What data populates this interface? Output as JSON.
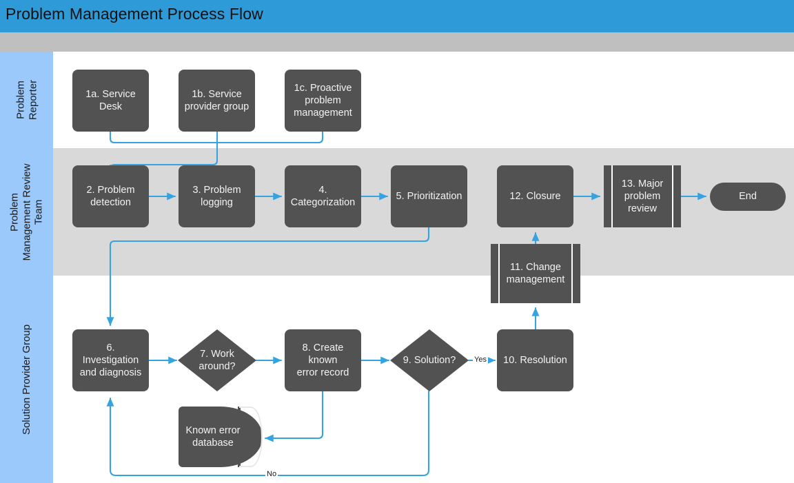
{
  "header": {
    "title": "Problem Management Process Flow",
    "bar_color": "#2f9ad8",
    "subbar_color": "#bfbfbf"
  },
  "theme": {
    "node_fill": "#525252",
    "node_text": "#f2f2f2",
    "connector": "#34a3e0",
    "lane_head": "#9cc9fb",
    "lane_alt_bg": "#d9d9d9",
    "lane_bg": "#ffffff"
  },
  "lanes": [
    {
      "id": "problem-reporter",
      "label": "Problem\nReporter",
      "label_line1": "Problem",
      "label_line2": "Reporter",
      "bg": "#ffffff"
    },
    {
      "id": "problem-management-team",
      "label": "Problem\nManagement Review\nTeam",
      "label_line1": "Problem",
      "label_line2": "Management Review",
      "label_line3": "Team",
      "bg": "#d9d9d9"
    },
    {
      "id": "solution-provider-group",
      "label": "Solution Provider Group",
      "label_line1": "Solution Provider Group",
      "bg": "#ffffff"
    }
  ],
  "nodes": [
    {
      "id": "n1a",
      "label": "1a. Service Desk",
      "shape": "process",
      "lane": "problem-reporter"
    },
    {
      "id": "n1b",
      "label": "1b. Service\nprovider group",
      "shape": "process",
      "lane": "problem-reporter"
    },
    {
      "id": "n1c",
      "label": "1c. Proactive\nproblem\nmanagement",
      "shape": "process",
      "lane": "problem-reporter"
    },
    {
      "id": "n2",
      "label": "2. Problem\ndetection",
      "shape": "process",
      "lane": "problem-management-team"
    },
    {
      "id": "n3",
      "label": "3. Problem\nlogging",
      "shape": "process",
      "lane": "problem-management-team"
    },
    {
      "id": "n4",
      "label": "4.\nCategorization",
      "shape": "process",
      "lane": "problem-management-team"
    },
    {
      "id": "n5",
      "label": "5. Prioritization",
      "shape": "process",
      "lane": "problem-management-team"
    },
    {
      "id": "n12",
      "label": "12. Closure",
      "shape": "process",
      "lane": "problem-management-team"
    },
    {
      "id": "n13",
      "label": "13. Major\nproblem\nreview",
      "shape": "subprocess",
      "lane": "problem-management-team"
    },
    {
      "id": "nend",
      "label": "End",
      "shape": "terminator",
      "lane": "problem-management-team"
    },
    {
      "id": "n11",
      "label": "11. Change\nmanagement",
      "shape": "subprocess",
      "lane": "solution-provider-group"
    },
    {
      "id": "n6",
      "label": "6. Investigation\nand diagnosis",
      "shape": "process",
      "lane": "solution-provider-group"
    },
    {
      "id": "n7",
      "label": "7. Work\naround?",
      "shape": "decision",
      "lane": "solution-provider-group"
    },
    {
      "id": "n8",
      "label": "8. Create known\nerror record",
      "shape": "process",
      "lane": "solution-provider-group"
    },
    {
      "id": "n9",
      "label": "9. Solution?",
      "shape": "decision",
      "lane": "solution-provider-group"
    },
    {
      "id": "n10",
      "label": "10. Resolution",
      "shape": "process",
      "lane": "solution-provider-group"
    },
    {
      "id": "ndb",
      "label": "Known error\ndatabase",
      "shape": "database",
      "lane": "solution-provider-group"
    }
  ],
  "edges": [
    {
      "from": "n1a",
      "to": "n2",
      "label": ""
    },
    {
      "from": "n1b",
      "to": "n2",
      "label": ""
    },
    {
      "from": "n1c",
      "to": "n2",
      "label": ""
    },
    {
      "from": "n2",
      "to": "n3",
      "label": ""
    },
    {
      "from": "n3",
      "to": "n4",
      "label": ""
    },
    {
      "from": "n4",
      "to": "n5",
      "label": ""
    },
    {
      "from": "n5",
      "to": "n6",
      "label": ""
    },
    {
      "from": "n6",
      "to": "n7",
      "label": ""
    },
    {
      "from": "n7",
      "to": "n8",
      "label": ""
    },
    {
      "from": "n8",
      "to": "n9",
      "label": ""
    },
    {
      "from": "n8",
      "to": "ndb",
      "label": ""
    },
    {
      "from": "n9",
      "to": "n10",
      "label": "Yes"
    },
    {
      "from": "n9",
      "to": "n6",
      "label": "No"
    },
    {
      "from": "n10",
      "to": "n11",
      "label": ""
    },
    {
      "from": "n11",
      "to": "n12",
      "label": ""
    },
    {
      "from": "n12",
      "to": "n13",
      "label": ""
    },
    {
      "from": "n13",
      "to": "nend",
      "label": ""
    }
  ],
  "edge_labels": {
    "yes": "Yes",
    "no": "No"
  }
}
